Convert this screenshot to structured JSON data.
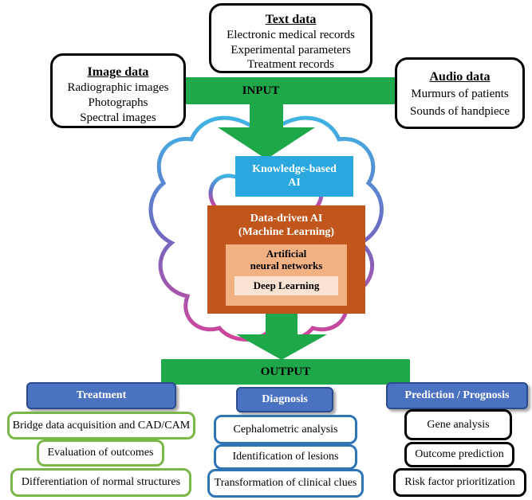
{
  "input": {
    "label": "INPUT",
    "text_data": {
      "title": "Text data",
      "lines": [
        "Electronic medical records",
        "Experimental parameters",
        "Treatment records"
      ]
    },
    "image_data": {
      "title": "Image data",
      "lines": [
        "Radiographic images",
        "Photographs",
        "Spectral images"
      ]
    },
    "audio_data": {
      "title": "Audio data",
      "lines": [
        "Murmurs of patients",
        "Sounds of handpiece"
      ]
    }
  },
  "ai": {
    "knowledge_based": "Knowledge-based AI",
    "data_driven": [
      "Data-driven AI",
      "(Machine Learning)"
    ],
    "ann": [
      "Artificial",
      "neural networks"
    ],
    "deep_learning": "Deep Learning"
  },
  "output": {
    "label": "OUTPUT",
    "treatment": {
      "title": "Treatment",
      "items": [
        "Bridge data acquisition and CAD/CAM",
        "Evaluation of outcomes",
        "Differentiation of normal structures"
      ]
    },
    "diagnosis": {
      "title": "Diagnosis",
      "items": [
        "Cephalometric analysis",
        "Identification of lesions",
        "Transformation of clinical clues"
      ]
    },
    "prediction": {
      "title": "Prediction / Prognosis",
      "items": [
        "Gene analysis",
        "Outcome prediction",
        "Risk factor prioritization"
      ]
    }
  },
  "colors": {
    "green": "#1fa84a",
    "blue": "#4a72c0",
    "cyan": "#2aa7df",
    "orange": "#c0561b",
    "peach": "#f2b183"
  }
}
